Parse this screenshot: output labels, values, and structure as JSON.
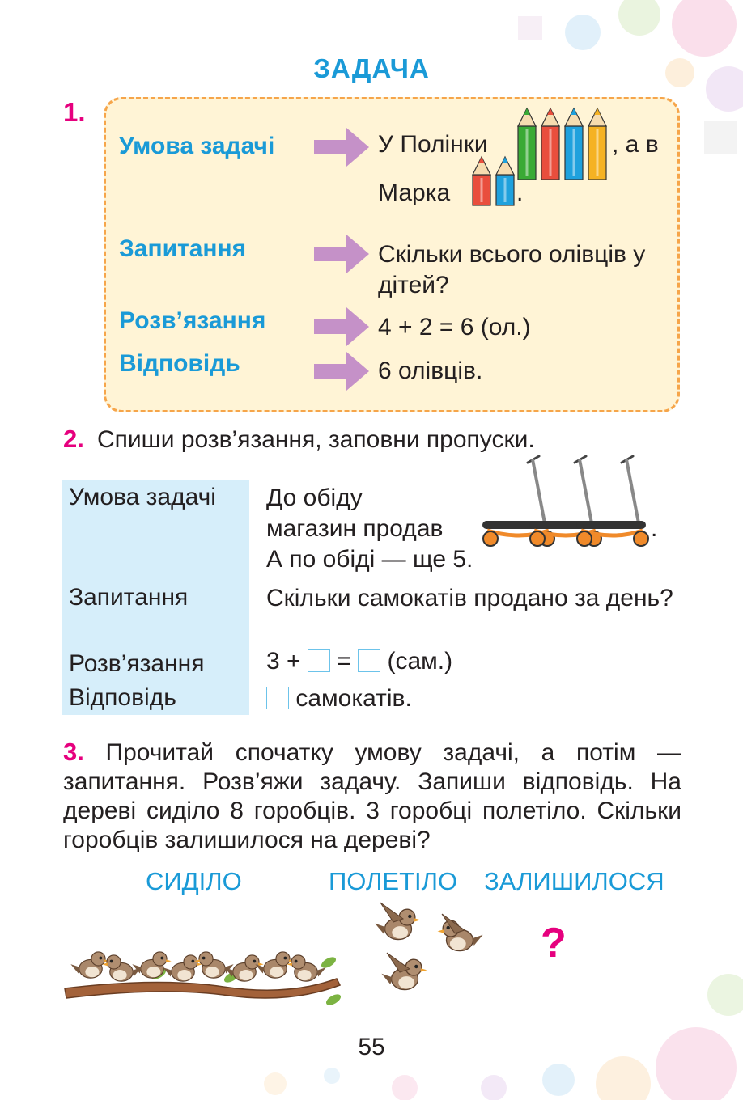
{
  "title": "ЗАДАЧА",
  "task1": {
    "number": "1.",
    "rows": [
      {
        "label": "Умова задачі",
        "text_a": "У Полінки",
        "text_b": ", а в",
        "text_c": "Марка",
        "text_d": "."
      },
      {
        "label": "Запитання",
        "text": "Скільки всього олівців у дітей?"
      },
      {
        "label": "Розв’язання",
        "text": "4 + 2 = 6 (ол.)"
      },
      {
        "label": "Відповідь",
        "text": "6 олівців."
      }
    ],
    "pencil_colors_polinka": [
      "#3aaa35",
      "#e94e3d",
      "#1fa1dd",
      "#f5b223"
    ],
    "pencil_colors_marko": [
      "#e94e3d",
      "#1fa1dd"
    ],
    "pencils_polinka": 4,
    "pencils_marko": 2
  },
  "task2": {
    "number": "2.",
    "instruction": "Спиши розв’язання, заповни пропуски.",
    "labels": [
      "Умова задачі",
      "Запитання",
      "Розв’язання",
      "Відповідь"
    ],
    "condition_line1": "До обіду",
    "condition_line2": "магазин продав",
    "condition_dot": ".",
    "condition_line3": "А по обіді — ще 5.",
    "question": "Скільки самокатів продано за день?",
    "solution_a": "3 +",
    "solution_b": "=",
    "solution_c": "(сам.)",
    "answer": "самокатів.",
    "scooters_count": 3
  },
  "task3": {
    "number": "3.",
    "text": "Прочитай спочатку умову задачі, а потім — запитання. Розв’яжи задачу. Запиши відповідь. На дереві сиділо 8 горобців. 3 горобці полетіло. Скільки горобців залишилося на дереві?",
    "label_sat": "СИДІЛО",
    "label_flew": "ПОЛЕТІЛО",
    "label_left": "ЗАЛИШИЛОСЯ",
    "question_mark": "?",
    "birds_sitting": 8,
    "birds_flying": 3
  },
  "page_number": "55",
  "colors": {
    "accent_blue": "#1a9ad7",
    "accent_pink": "#e6007e",
    "box_fill": "#fff4d6",
    "box_border": "#f6a54a",
    "arrow": "#c591c8",
    "table_fill": "#d6eefa"
  }
}
